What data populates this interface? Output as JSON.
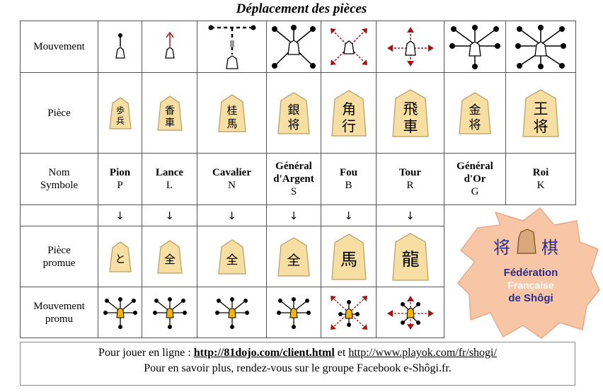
{
  "title": "Déplacement des pièces",
  "row_labels": {
    "movement": "Mouvement",
    "piece": "Pièce",
    "name_line1": "Nom",
    "name_line2": "Symbole",
    "promoted_line1": "Pièce",
    "promoted_line2": "promue",
    "promoted_move_line1": "Mouvement",
    "promoted_move_line2": "promu"
  },
  "pieces": [
    {
      "name": "Pion",
      "symbol": "P",
      "kanji": [
        "歩",
        "兵"
      ],
      "promoted_kanji": "と"
    },
    {
      "name": "Lance",
      "symbol": "L",
      "kanji": [
        "香",
        "車"
      ],
      "promoted_kanji": "全"
    },
    {
      "name": "Cavalier",
      "symbol": "N",
      "kanji": [
        "桂",
        "馬"
      ],
      "promoted_kanji": "全"
    },
    {
      "name_line1": "Général",
      "name_line2": "d'Argent",
      "symbol": "S",
      "kanji": [
        "銀",
        "将"
      ],
      "promoted_kanji": "全"
    },
    {
      "name": "Fou",
      "symbol": "B",
      "kanji": [
        "角",
        "行"
      ],
      "promoted_kanji": "馬"
    },
    {
      "name": "Tour",
      "symbol": "R",
      "kanji": [
        "飛",
        "車"
      ],
      "promoted_kanji": "龍"
    },
    {
      "name_line1": "Général",
      "name_line2": "d'Or",
      "symbol": "G",
      "kanji": [
        "金",
        "将"
      ]
    },
    {
      "name": "Roi",
      "symbol": "K",
      "kanji": [
        "王",
        "将"
      ]
    }
  ],
  "promotion_arrow": "↓",
  "logo": {
    "line1": "Fédération",
    "line2": "Française",
    "line3": "de Shôgi",
    "kanji_left": "将",
    "kanji_right": "棋"
  },
  "footer": {
    "line1_prefix": "Pour jouer en ligne : ",
    "link1": "http://81dojo.com/client.html",
    "line1_mid": " et ",
    "link2": "http://www.playok.com/fr/shogi/",
    "line2": "Pour en savoir plus, rendez-vous sur le groupe Facebook e-Shôgi.fr."
  },
  "colors": {
    "piece_fill": "#f7dfa3",
    "piece_stroke": "#b79a63",
    "promoted_marker": "#f2b500",
    "ranged_arrow": "#a31515",
    "logo_bg": "#f6c6a6",
    "logo_text": "#2a2f8f"
  }
}
